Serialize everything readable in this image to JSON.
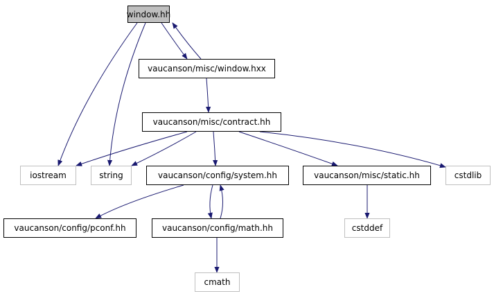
{
  "colors": {
    "edge": "#191970",
    "current_fill": "#bfbfbf",
    "ghost_border": "#bfbfbf",
    "solid_border": "#000000"
  },
  "nodes": {
    "window_hh": {
      "label": "window.hh",
      "style": "current"
    },
    "window_hxx": {
      "label": "vaucanson/misc/window.hxx",
      "style": "solid"
    },
    "contract_hh": {
      "label": "vaucanson/misc/contract.hh",
      "style": "solid"
    },
    "iostream": {
      "label": "iostream",
      "style": "ghost"
    },
    "string": {
      "label": "string",
      "style": "ghost"
    },
    "system_hh": {
      "label": "vaucanson/config/system.hh",
      "style": "solid"
    },
    "static_hh": {
      "label": "vaucanson/misc/static.hh",
      "style": "solid"
    },
    "cstdlib": {
      "label": "cstdlib",
      "style": "ghost"
    },
    "pconf_hh": {
      "label": "vaucanson/config/pconf.hh",
      "style": "solid"
    },
    "math_hh": {
      "label": "vaucanson/config/math.hh",
      "style": "solid"
    },
    "cstddef": {
      "label": "cstddef",
      "style": "ghost"
    },
    "cmath": {
      "label": "cmath",
      "style": "ghost"
    }
  },
  "edges": [
    [
      "window_hh",
      "window_hxx"
    ],
    [
      "window_hxx",
      "window_hh"
    ],
    [
      "window_hh",
      "iostream"
    ],
    [
      "window_hh",
      "string"
    ],
    [
      "window_hxx",
      "contract_hh"
    ],
    [
      "contract_hh",
      "iostream"
    ],
    [
      "contract_hh",
      "string"
    ],
    [
      "contract_hh",
      "system_hh"
    ],
    [
      "contract_hh",
      "static_hh"
    ],
    [
      "contract_hh",
      "cstdlib"
    ],
    [
      "system_hh",
      "pconf_hh"
    ],
    [
      "system_hh",
      "math_hh"
    ],
    [
      "math_hh",
      "system_hh"
    ],
    [
      "static_hh",
      "cstddef"
    ],
    [
      "math_hh",
      "cmath"
    ]
  ]
}
